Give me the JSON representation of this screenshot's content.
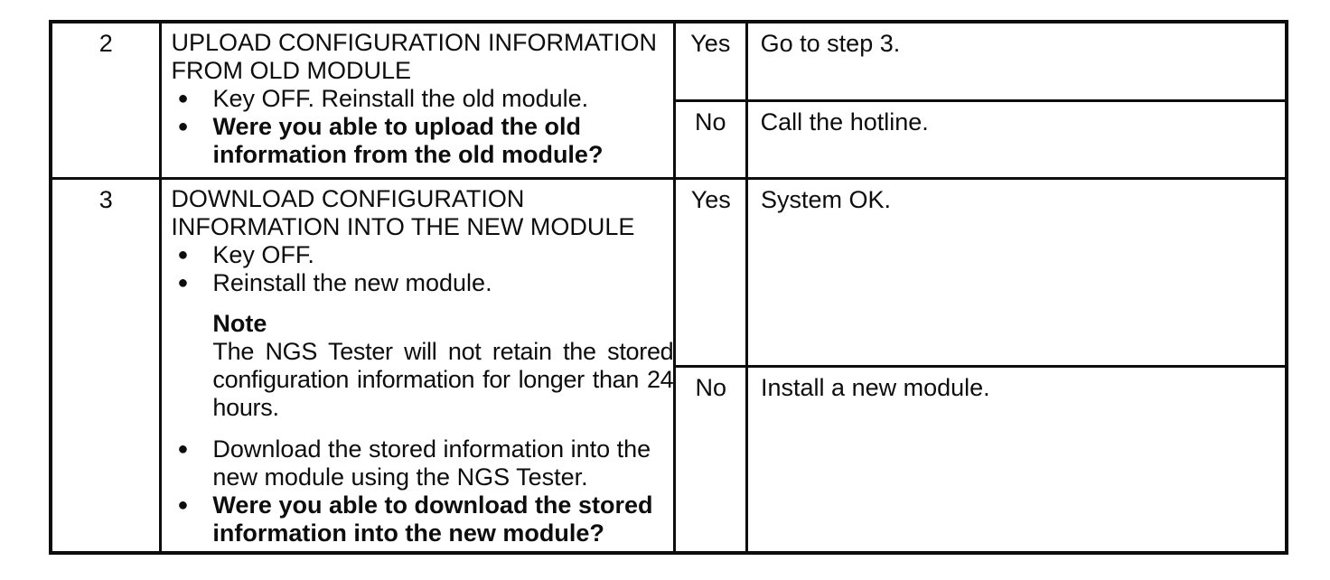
{
  "glyphs": {
    "bullet": "●"
  },
  "colors": {
    "ink": "#0d0d0d",
    "paper": "#ffffff"
  },
  "table": {
    "rows": [
      {
        "step": "2",
        "title": "UPLOAD CONFIGURATION INFORMATION FROM OLD MODULE",
        "bullet_key_off": "Key OFF. Reinstall the old module.",
        "bullet_question": "Were you able to upload the old information from the old module?",
        "yes_label": "Yes",
        "yes_action": "Go to step 3.",
        "no_label": "No",
        "no_action": "Call the hotline."
      },
      {
        "step": "3",
        "title": "DOWNLOAD CONFIGURATION INFORMATION INTO THE NEW MODULE",
        "bullet_key_off": "Key OFF.",
        "bullet_reinstall": "Reinstall the new module.",
        "note_heading": "Note",
        "note_text": "The NGS Tester will not retain the stored configuration information for longer than 24 hours.",
        "bullet_download": "Download the stored information into the new module using the NGS Tester.",
        "bullet_question": "Were you able to download the stored information into the new module?",
        "yes_label": "Yes",
        "yes_action": "System OK.",
        "no_label": "No",
        "no_action": "Install a new module."
      }
    ]
  }
}
